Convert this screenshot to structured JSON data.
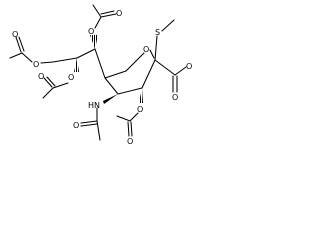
{
  "molecule": {
    "atoms": {
      "o_ring": "O",
      "s_thio": "S",
      "o_ester": "O",
      "o_ester_carbonyl": "O",
      "o_ac_top": "O",
      "o_ac_top_carbonyl": "O",
      "o_ac_left": "O",
      "o_ac_left_carbonyl": "O",
      "o_ac_mid": "O",
      "o_ac_mid_carbonyl": "O",
      "nh": "HN",
      "o_amide": "O",
      "o_ac_low": "O",
      "o_ac_low_carbonyl": "O"
    }
  }
}
